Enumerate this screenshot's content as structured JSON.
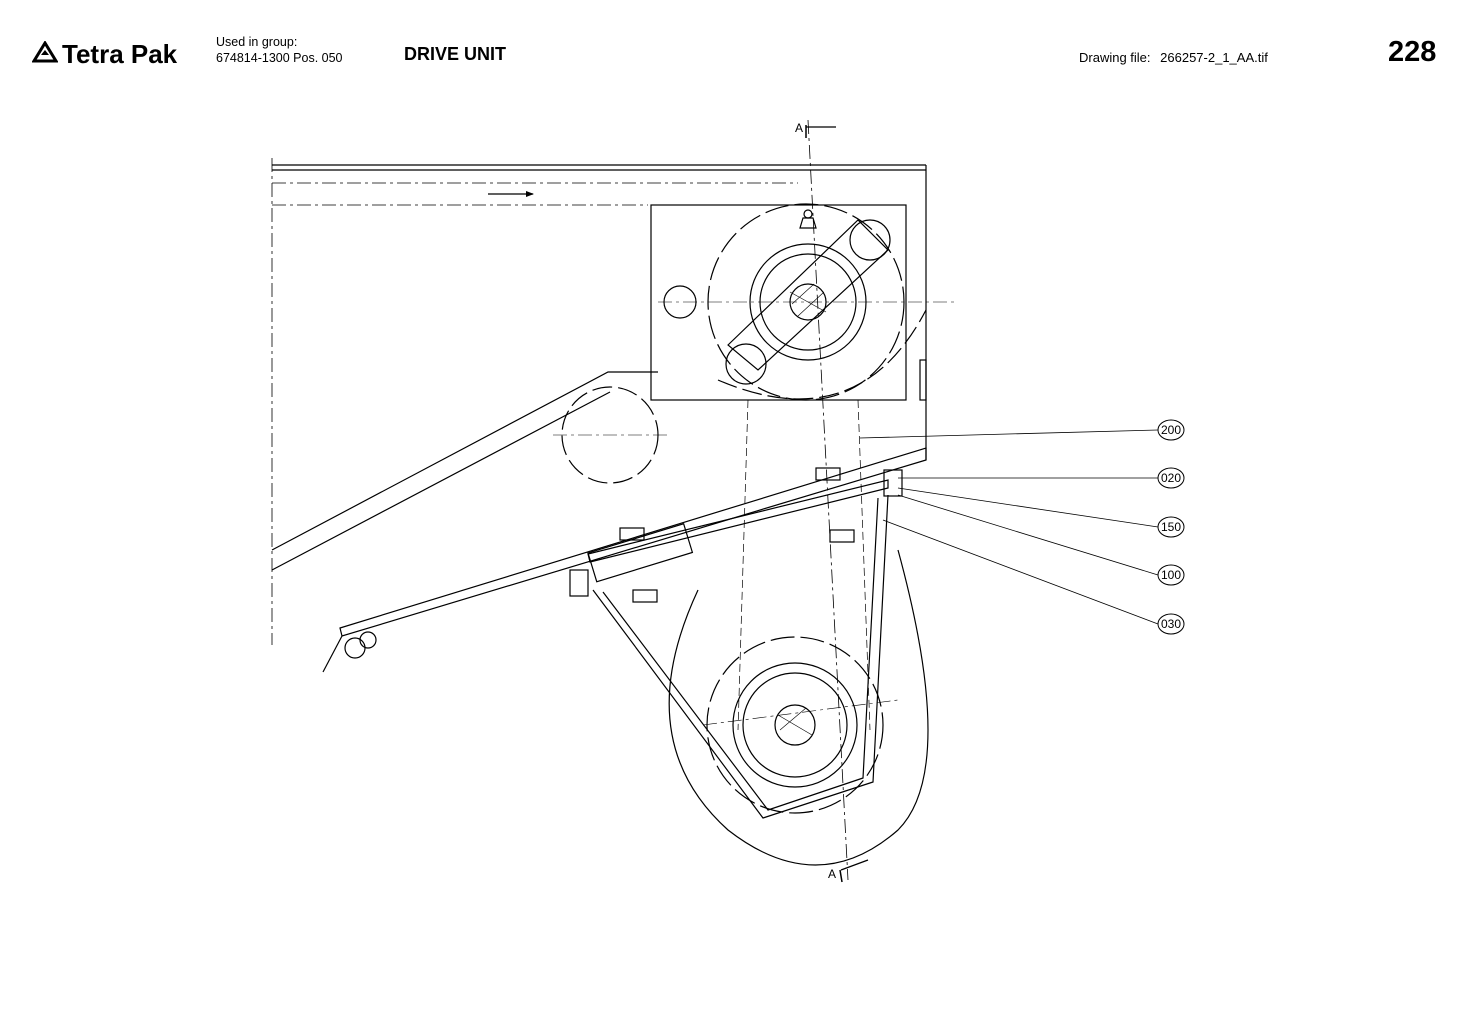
{
  "header": {
    "brand": "Tetra Pak",
    "used_in_group_label": "Used in group:",
    "used_in_group_value": "674814-1300 Pos. 050",
    "title": "DRIVE UNIT",
    "drawing_file_label": "Drawing file:",
    "drawing_file_value": "266257-2_1_AA.tif",
    "page_number": "228"
  },
  "drawing": {
    "section_marks": [
      "A",
      "A"
    ],
    "callouts": [
      "200",
      "020",
      "150",
      "100",
      "030"
    ]
  }
}
